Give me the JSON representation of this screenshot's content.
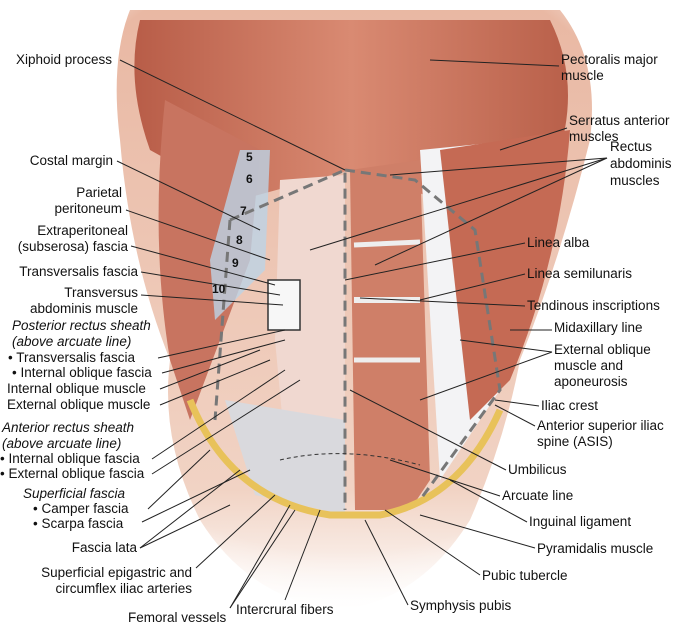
{
  "rib_numbers": [
    "5",
    "6",
    "7",
    "8",
    "9",
    "10"
  ],
  "labels_left": {
    "xiphoid": "Xiphoid process",
    "costal_margin": "Costal margin",
    "parietal_1": "Parietal",
    "parietal_2": "peritoneum",
    "extraperitoneal_1": "Extraperitoneal",
    "extraperitoneal_2": "(subserosa) fascia",
    "transversalis": "Transversalis fascia",
    "transversus_1": "Transversus",
    "transversus_2": "abdominis muscle",
    "posterior_sheath_1": "Posterior rectus sheath",
    "posterior_sheath_2": "(above arcuate line)",
    "posterior_transversalis": "• Transversalis fascia",
    "posterior_internal_oblique": "• Internal oblique fascia",
    "internal_oblique_muscle": "Internal oblique muscle",
    "external_oblique_muscle": "External oblique muscle",
    "anterior_sheath_1": "Anterior rectus sheath",
    "anterior_sheath_2": "(above arcuate line)",
    "anterior_internal_oblique": "• Internal oblique fascia",
    "anterior_external_oblique": "• External oblique fascia",
    "superficial_fascia": "Superficial fascia",
    "camper": "• Camper fascia",
    "scarpa": "• Scarpa fascia",
    "fascia_lata": "Fascia lata",
    "epigastric_1": "Superficial epigastric and",
    "epigastric_2": "circumflex iliac arteries",
    "femoral": "Femoral vessels",
    "intercrural": "Intercrural fibers"
  },
  "labels_right": {
    "pectoralis_1": "Pectoralis major",
    "pectoralis_2": "muscle",
    "serratus_1": "Serratus anterior",
    "serratus_2": "muscles",
    "rectus_1": "Rectus",
    "rectus_2": "abdominis",
    "rectus_3": "muscles",
    "linea_alba": "Linea alba",
    "linea_semilunaris": "Linea semilunaris",
    "tendinous": "Tendinous inscriptions",
    "midaxillary": "Midaxillary line",
    "external_oblique_1": "External oblique",
    "external_oblique_2": "muscle and",
    "external_oblique_3": "aponeurosis",
    "iliac_crest": "Iliac crest",
    "asis_1": "Anterior superior iliac",
    "asis_2": "spine (ASIS)",
    "umbilicus": "Umbilicus",
    "arcuate": "Arcuate line",
    "inguinal": "Inguinal ligament",
    "pyramidalis": "Pyramidalis muscle",
    "pubic_tubercle": "Pubic tubercle",
    "symphysis": "Symphysis pubis"
  }
}
